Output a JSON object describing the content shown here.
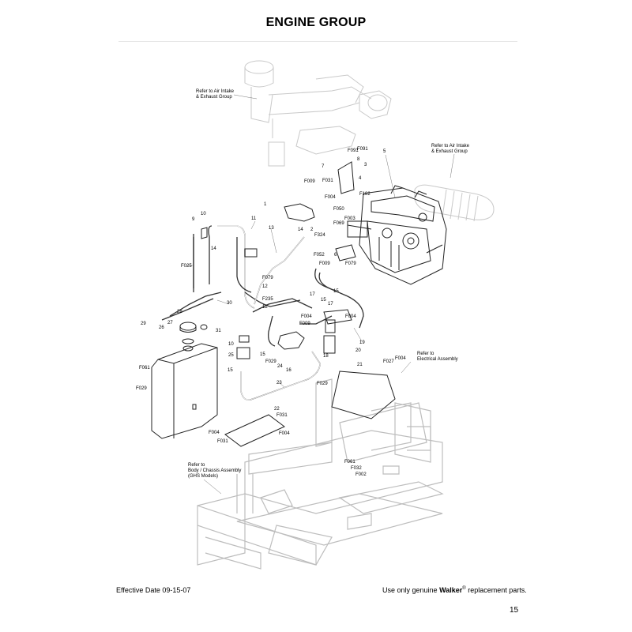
{
  "header": {
    "title": "ENGINE GROUP"
  },
  "notes": [
    "Refer to Air Intake\n& Exhaust Group",
    "Refer to Air Intake\n& Exhaust Group",
    "Refer to\nElectrical Assembly",
    "Refer to\nBody / Chassis Assembly\n(GHS Models)"
  ],
  "callouts": [
    "1",
    "2",
    "3",
    "4",
    "5",
    "6",
    "7",
    "8",
    "9",
    "10",
    "10",
    "11",
    "12",
    "12",
    "13",
    "14",
    "14",
    "15",
    "15",
    "15",
    "15",
    "16",
    "17",
    "17",
    "18",
    "19",
    "20",
    "21",
    "22",
    "23",
    "24",
    "25",
    "26",
    "27",
    "28",
    "29",
    "30",
    "31",
    "F025",
    "F091",
    "F091",
    "F031",
    "F009",
    "F182",
    "F004",
    "F050",
    "F069",
    "F003",
    "F324",
    "F052",
    "F009",
    "F079",
    "F079",
    "F235",
    "F004",
    "F009",
    "F004",
    "F029",
    "F027",
    "F004",
    "F029",
    "F061",
    "F029",
    "F004",
    "F031",
    "F004",
    "F031",
    "F061",
    "F032",
    "F002"
  ],
  "footer": {
    "effective_date": "Effective Date 09-15-07",
    "notice_prefix": "Use only genuine",
    "brand": "Walker",
    "registered_mark": "®",
    "notice_suffix": "replacement parts.",
    "page_number": "15"
  }
}
